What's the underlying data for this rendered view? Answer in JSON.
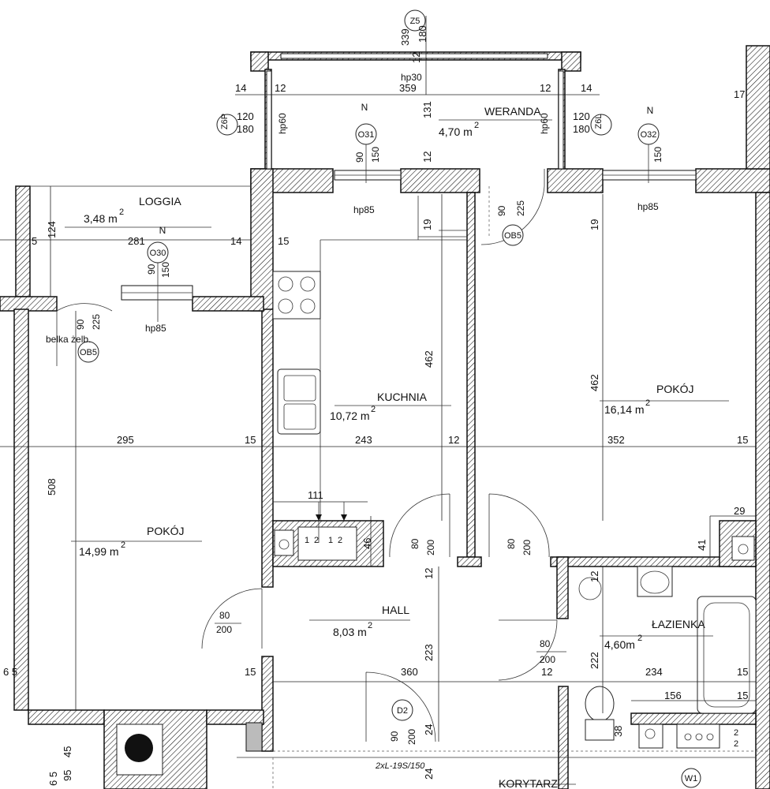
{
  "rooms": {
    "loggia": {
      "name": "LOGGIA",
      "area": "3,48 m",
      "sup": "2"
    },
    "weranda": {
      "name": "WERANDA",
      "area": "4,70 m",
      "sup": "2"
    },
    "kuchnia": {
      "name": "KUCHNIA",
      "area": "10,72 m",
      "sup": "2"
    },
    "pokoj_right": {
      "name": "POKÓJ",
      "area": "16,14 m",
      "sup": "2"
    },
    "pokoj_left": {
      "name": "POKÓJ",
      "area": "14,99 m",
      "sup": "2"
    },
    "hall": {
      "name": "HALL",
      "area": "8,03 m",
      "sup": "2"
    },
    "lazienka": {
      "name": "ŁAZIENKA",
      "area": "4,60m",
      "sup": "2"
    },
    "korytarz": {
      "name": "KORYTARZ"
    }
  },
  "markers": {
    "z5": "Z5",
    "z6p": "Z6P",
    "z6l": "Z6L",
    "o30": "O30",
    "o31": "O31",
    "o32": "O32",
    "ob5": "OB5",
    "d2": "D2",
    "w1": "W1",
    "north": "N"
  },
  "labels": {
    "hp30": "hp30",
    "hp60": "hp60",
    "hp85": "hp85",
    "belka": "belka żelb.",
    "vent": "2xL-19S/150"
  },
  "dims": {
    "d339": "339",
    "d180": "180",
    "d12": "12",
    "d14": "14",
    "d359": "359",
    "d131": "131",
    "d120": "120",
    "d90": "90",
    "d150": "150",
    "d19": "19",
    "d225": "225",
    "d124": "124",
    "d281": "281",
    "d15": "15",
    "d5": "5",
    "d462": "462",
    "d295": "295",
    "d243": "243",
    "d352": "352",
    "d508": "508",
    "d111": "111",
    "d46": "46",
    "d80": "80",
    "d200": "200",
    "d29": "29",
    "d41": "41",
    "d223": "223",
    "d222": "222",
    "d360": "360",
    "d234": "234",
    "d156": "156",
    "d38": "38",
    "d24": "24",
    "d17": "17",
    "d65": "6 5",
    "d95": "95",
    "d45": "45",
    "d6": "6",
    "d1": "1",
    "d2": "2"
  }
}
